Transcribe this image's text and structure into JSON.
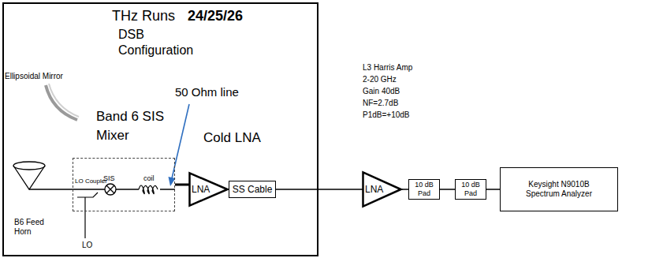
{
  "diagram": {
    "nodes": [
      {
        "text": [
          "THz Runs",
          "24/25/26",
          "DSB Configuration"
        ]
      },
      {
        "text": [
          "LO Coupler",
          "SIS",
          "coil"
        ],
        "in": 0
      },
      {
        "text": [
          "LNA"
        ],
        "in": 0
      },
      {
        "text": [
          "SS Cable"
        ],
        "in": 0
      },
      {
        "text": [
          "LNA"
        ]
      },
      {
        "text": [
          "10 dB Pad"
        ]
      },
      {
        "text": [
          "10 dB Pad"
        ]
      },
      {
        "text": [
          "Keysight N9010B Spectrum Analyzer"
        ]
      }
    ],
    "edges": [
      {
        "from": 1,
        "to": 2,
        "arrow": "none"
      },
      {
        "from": 2,
        "to": 3,
        "arrow": "none"
      },
      {
        "from": 3,
        "to": 4,
        "arrow": "none"
      },
      {
        "from": 4,
        "to": 5,
        "arrow": "none"
      },
      {
        "from": 5,
        "to": 6,
        "arrow": "none"
      },
      {
        "from": 6,
        "to": 7,
        "arrow": "none"
      }
    ],
    "labels": [
      "Ellipsoidal Mirror",
      "50 Ohm line",
      "Band 6 SIS Mixer",
      "Cold LNA",
      "B6 Feed Horn",
      "LO",
      "L3 Harris Amp",
      "2-20 GHz",
      "Gain 40dB",
      "NF=2.7dB",
      "P1dB=+10dB"
    ]
  }
}
